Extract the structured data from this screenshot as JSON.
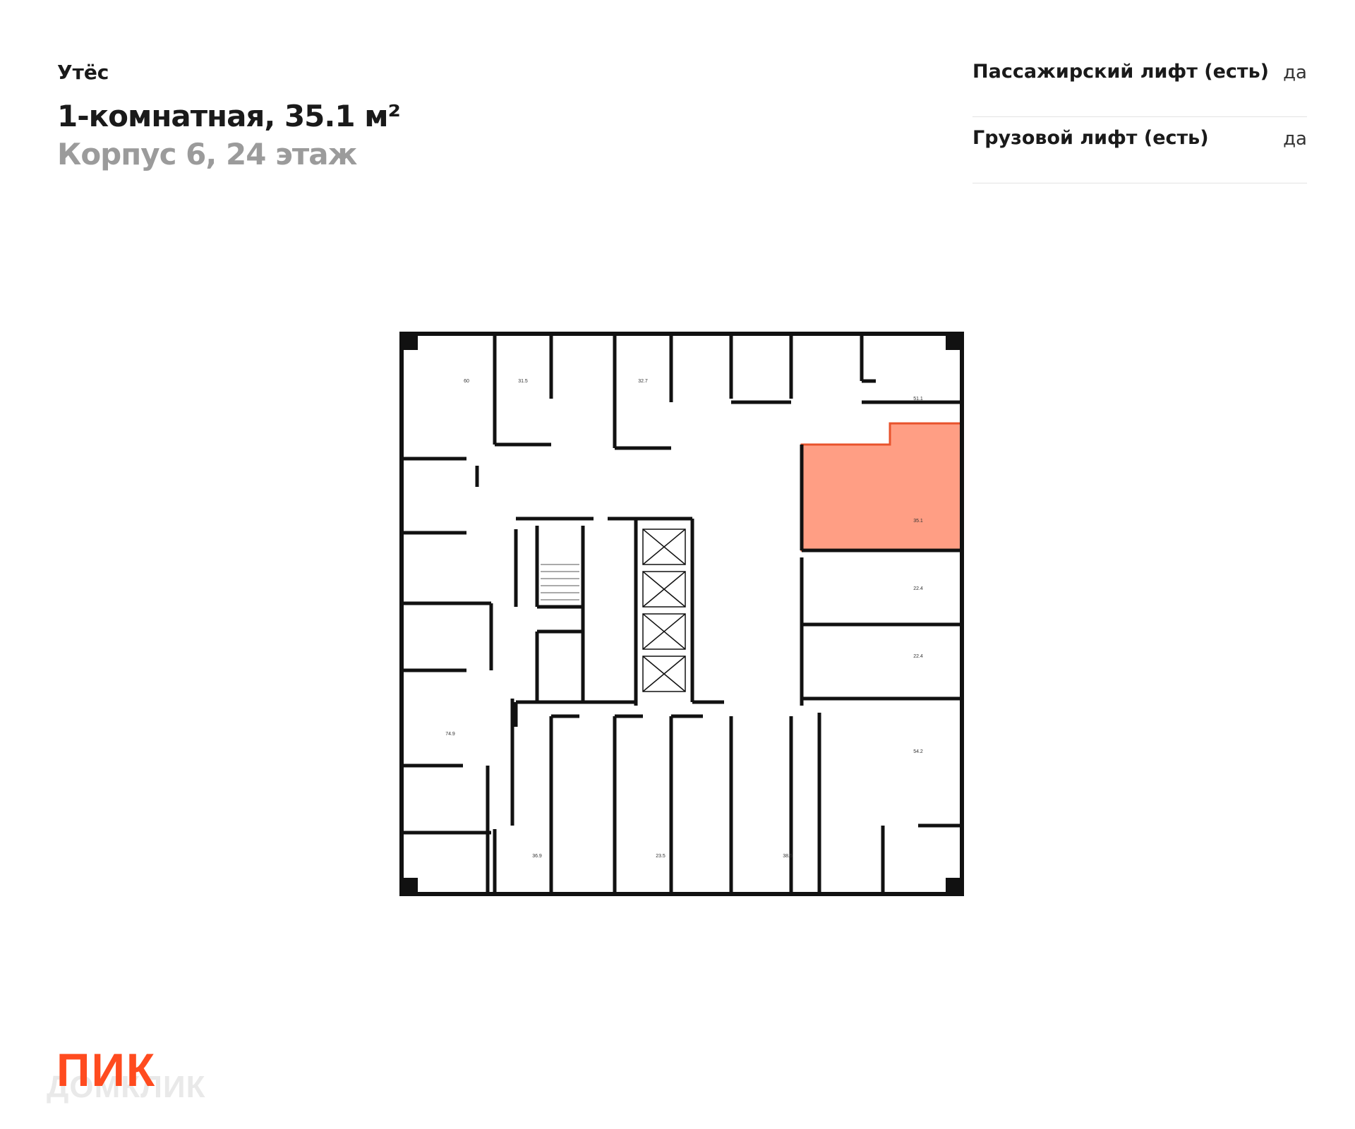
{
  "header": {
    "project": "Утёс",
    "title": "1-комнатная, 35.1 м²",
    "subtitle": "Корпус 6, 24 этаж"
  },
  "features": [
    {
      "label": "Пассажирский лифт (есть)",
      "value": "да"
    },
    {
      "label": "Грузовой лифт (есть)",
      "value": "да"
    }
  ],
  "plan": {
    "highlight_color": "#ff9e84",
    "highlight_border": "#e8532c",
    "area_labels": [
      "60",
      "31.5",
      "32.7",
      "51.1",
      "35.1",
      "22.4",
      "22.4",
      "74.9",
      "54.2",
      "36.9",
      "23.5",
      "38.5"
    ]
  },
  "logo": {
    "brand": "ПИК",
    "watermark": "ДОМКЛИК",
    "brand_color": "#ff4b1f"
  }
}
